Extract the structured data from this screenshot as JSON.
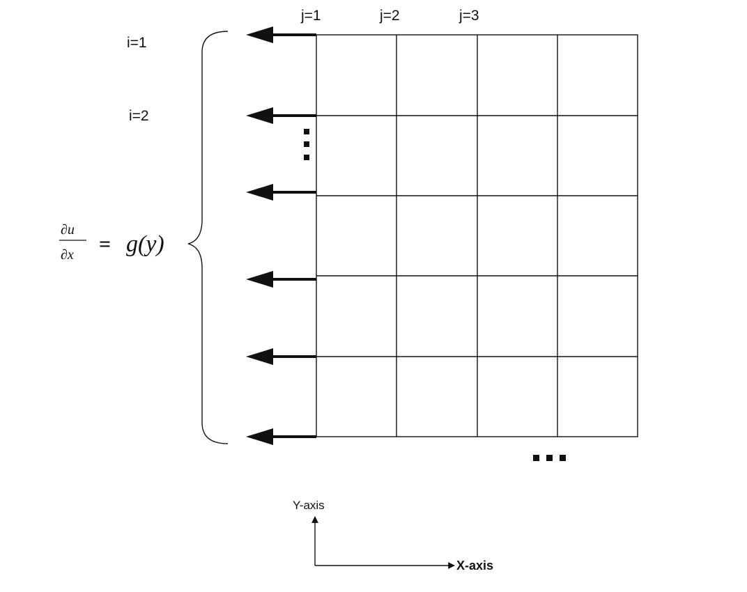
{
  "column_labels": [
    "j=1",
    "j=2",
    "j=3"
  ],
  "row_labels": [
    "i=1",
    "i=2"
  ],
  "boundary_condition": {
    "numerator": "∂u",
    "denominator": "∂x",
    "operator": "=",
    "function": "g(y)"
  },
  "axes": {
    "y_label": "Y-axis",
    "x_label": "X-axis"
  },
  "colors": {
    "line": "#111111",
    "background": "#ffffff"
  },
  "icons": [
    "arrow-left-icon",
    "curly-brace-icon",
    "ellipsis-icon"
  ]
}
